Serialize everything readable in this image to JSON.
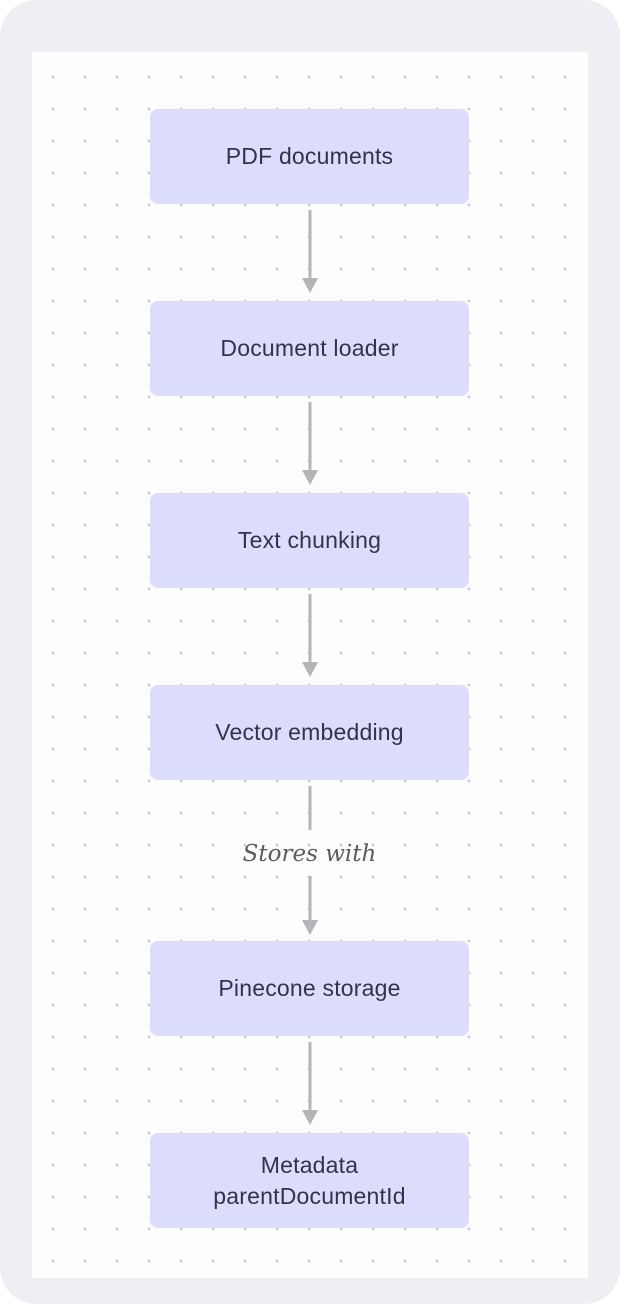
{
  "diagram": {
    "nodes": [
      {
        "id": "pdf-documents",
        "label": "PDF documents"
      },
      {
        "id": "document-loader",
        "label": "Document loader"
      },
      {
        "id": "text-chunking",
        "label": "Text chunking"
      },
      {
        "id": "vector-embedding",
        "label": "Vector embedding"
      },
      {
        "id": "pinecone-storage",
        "label": "Pinecone storage"
      },
      {
        "id": "metadata",
        "label": "Metadata\nparentDocumentId"
      }
    ],
    "edges": [
      {
        "from": "pdf-documents",
        "to": "document-loader",
        "label": ""
      },
      {
        "from": "document-loader",
        "to": "text-chunking",
        "label": ""
      },
      {
        "from": "text-chunking",
        "to": "vector-embedding",
        "label": ""
      },
      {
        "from": "vector-embedding",
        "to": "pinecone-storage",
        "label": "Stores with"
      },
      {
        "from": "pinecone-storage",
        "to": "metadata",
        "label": ""
      }
    ],
    "colors": {
      "node_fill": "#dcdcfd",
      "node_text": "#333348",
      "arrow": "#b4b4b9",
      "edge_label": "#5a5a63",
      "canvas": "#fdfdfd",
      "frame": "#efeff3"
    }
  }
}
